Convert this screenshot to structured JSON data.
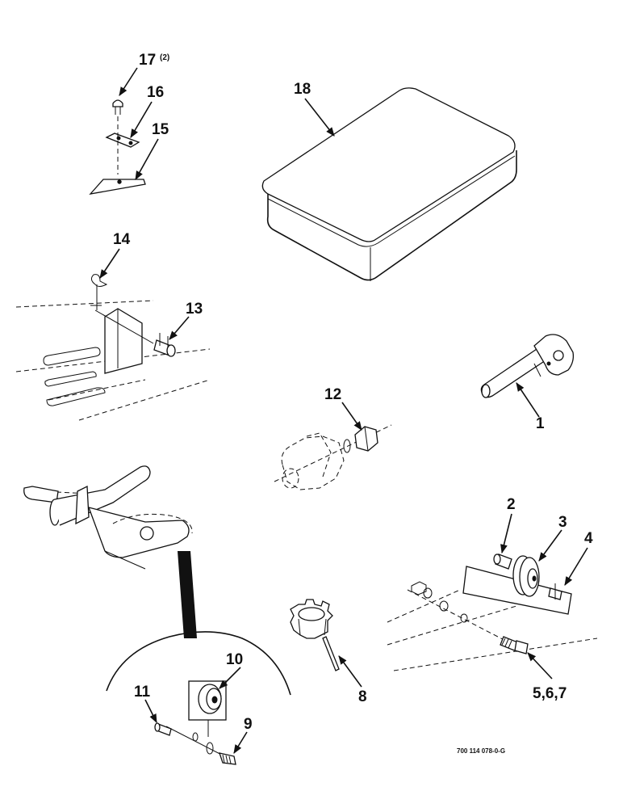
{
  "callouts": {
    "c1": "1",
    "c2": "2",
    "c3": "3",
    "c4": "4",
    "c5": "5,6,7",
    "c8": "8",
    "c9": "9",
    "c10": "10",
    "c11": "11",
    "c12": "12",
    "c13": "13",
    "c14": "14",
    "c15": "15",
    "c16": "16",
    "c17": "17",
    "c17_qty": "(2)",
    "c18": "18"
  },
  "drawing_code": "700 114 078-0-G"
}
